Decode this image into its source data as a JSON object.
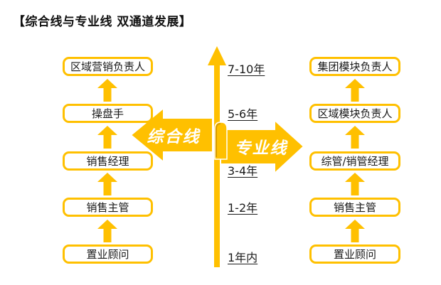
{
  "title": "【综合线与专业线 双通道发展】",
  "colors": {
    "accent": "#FFC000",
    "accent_deep": "#D79B00",
    "box_text": "#1A1A1A",
    "ribbon_text": "#FFFFFF",
    "background": "#FFFFFF"
  },
  "left_track": {
    "label": "综合线",
    "levels_top_down": [
      "区域营销负责人",
      "操盘手",
      "销售经理",
      "销售主管",
      "置业顾问"
    ]
  },
  "right_track": {
    "label": "专业线",
    "levels_top_down": [
      "集团模块负责人",
      "区域模块负责人",
      "综管/销管经理",
      "销售主管",
      "置业顾问"
    ]
  },
  "timeline": {
    "labels_top_down": [
      "7-10年",
      "5-6年",
      "3-4年",
      "1-2年",
      "1年内"
    ]
  }
}
